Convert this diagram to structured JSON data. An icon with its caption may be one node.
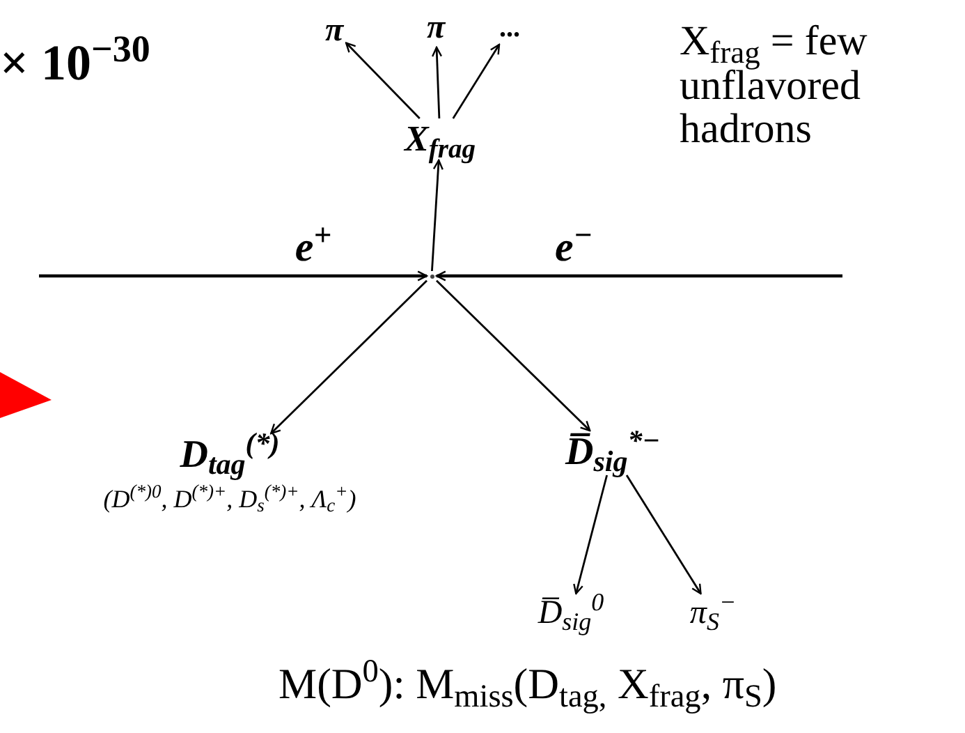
{
  "diagram": {
    "nodes": [
      {
        "text": [
          "π"
        ]
      },
      {
        "text": [
          "π"
        ]
      },
      {
        "text": [
          "..."
        ]
      },
      {
        "text": [
          "X$_{frag}$"
        ]
      },
      {
        "text": [],
        "shape": "point"
      },
      {
        "text": [
          "D$_{tag}$$^{(*)}$",
          "(D$^{(*)0}$, D$^{(*)+}$, D$_{s}$$^{(*)+}$, Λ$_{c}$$^{+}$)"
        ]
      },
      {
        "text": [
          "D̅$_{sig}$$^{*−}$"
        ]
      },
      {
        "text": [
          "D̅$_{sig}$$^{0}$"
        ]
      },
      {
        "text": [
          "π$_{S}$$^{−}$"
        ]
      }
    ],
    "edges": [
      {
        "from": null,
        "to": 4,
        "arrow": "to",
        "label": "e$^{+}$"
      },
      {
        "from": null,
        "to": 4,
        "arrow": "to",
        "label": "e$^{−}$"
      },
      {
        "from": 4,
        "to": 3,
        "arrow": "to"
      },
      {
        "from": 3,
        "to": 0,
        "arrow": "to"
      },
      {
        "from": 3,
        "to": 1,
        "arrow": "to"
      },
      {
        "from": 3,
        "to": 2,
        "arrow": "to"
      },
      {
        "from": 4,
        "to": 5,
        "arrow": "to"
      },
      {
        "from": 4,
        "to": 6,
        "arrow": "to"
      },
      {
        "from": 6,
        "to": 7,
        "arrow": "to"
      },
      {
        "from": 6,
        "to": 8,
        "arrow": "to"
      }
    ],
    "labels": [
      "× 10$^{−30}$",
      "X$_{frag}$ = few unflavored hadrons",
      "M(D$^{0}$): M$_{miss}$(D$_{tag,}$ X$_{frag}$, π$_{S}$)"
    ]
  }
}
